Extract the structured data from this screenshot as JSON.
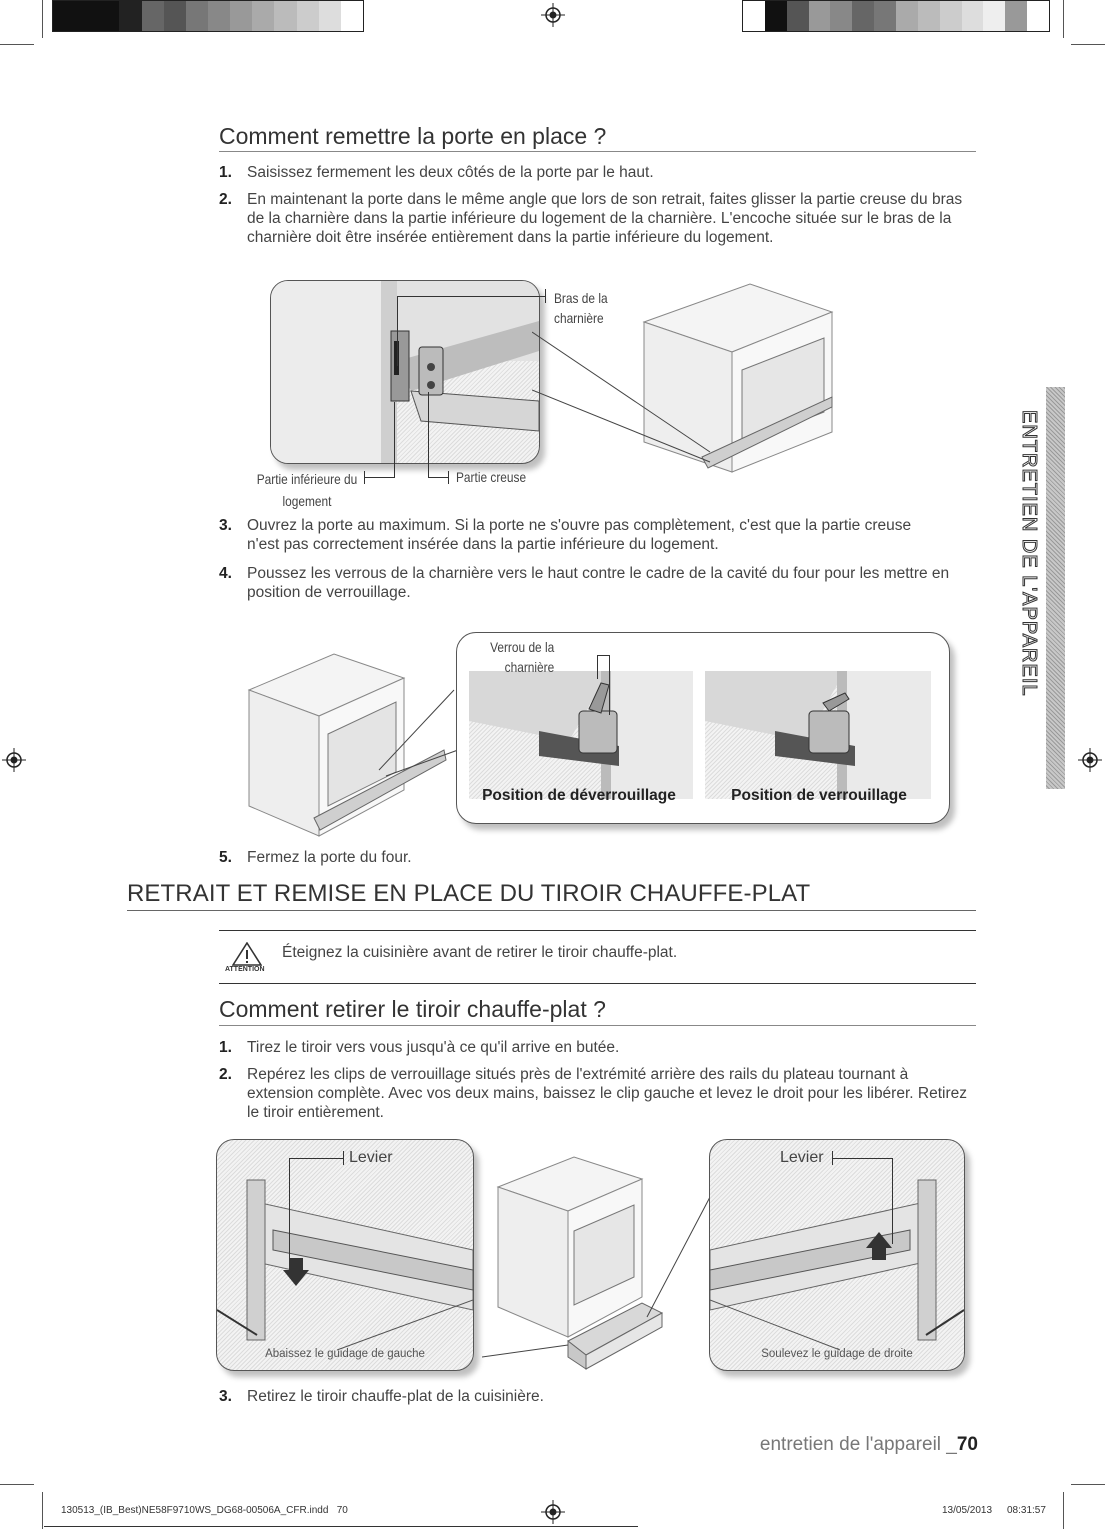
{
  "section1": {
    "title": "Comment remettre la porte en place ?",
    "steps": [
      {
        "num": "1.",
        "text": "Saisissez fermement les deux côtés de la porte par le haut."
      },
      {
        "num": "2.",
        "text": "En maintenant la porte dans le même angle que lors de son retrait, faites glisser la partie creuse du bras de la charnière dans la partie inférieure du logement de la charnière. L'encoche située sur le bras de la charnière doit être insérée entièrement dans la partie inférieure du logement."
      },
      {
        "num": "3.",
        "text": "Ouvrez la porte au maximum. Si la porte ne s'ouvre pas complètement, c'est que la partie creuse n'est pas correctement insérée dans la partie inférieure du logement."
      },
      {
        "num": "4.",
        "text": "Poussez les verrous de la charnière vers le haut contre le cadre de la cavité du four pour les mettre en position de verrouillage."
      },
      {
        "num": "5.",
        "text": "Fermez la porte du four."
      }
    ],
    "figure1": {
      "bras_label": "Bras de la charnière",
      "partie_inferieure_label": "Partie inférieure du logement",
      "partie_creuse_label": "Partie creuse"
    },
    "figure2": {
      "verrou_label": "Verrou de la charnière",
      "deverrouillage_label": "Position de déverrouillage",
      "verrouillage_label": "Position de verrouillage"
    }
  },
  "section2": {
    "heading": "RETRAIT ET REMISE EN PLACE DU TIROIR CHAUFFE-PLAT",
    "attention": {
      "icon_label": "ATTENTION",
      "text": "Éteignez la cuisinière avant de retirer le tiroir chauffe-plat."
    },
    "subtitle": "Comment retirer le tiroir chauffe-plat ?",
    "steps": [
      {
        "num": "1.",
        "text": "Tirez le tiroir vers vous jusqu'à ce qu'il arrive en butée."
      },
      {
        "num": "2.",
        "text": "Repérez les clips de verrouillage situés près de l'extrémité arrière des rails du plateau tournant à extension complète. Avec vos deux mains, baissez le clip gauche et levez le droit pour les libérer. Retirez le tiroir entièrement."
      },
      {
        "num": "3.",
        "text": "Retirez le tiroir chauffe-plat de la cuisinière."
      }
    ],
    "figure3": {
      "levier_left": "Levier",
      "levier_right": "Levier",
      "caption_left": "Abaissez le guidage de gauche",
      "caption_right": "Soulevez le guidage de droite"
    }
  },
  "side_tab": "ENTRETIEN DE L'APPAREIL",
  "footer": {
    "section_name": "entretien de l'appareil _",
    "page_number": "70",
    "file_info": "130513_(IB_Best)NE58F9710WS_DG68-00506A_CFR.indd   70",
    "date": "13/05/2013",
    "time": "08:31:57"
  }
}
